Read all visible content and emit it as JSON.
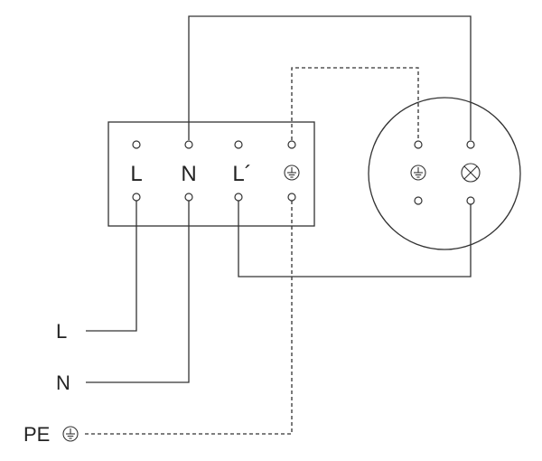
{
  "terminal_block": {
    "labels": [
      "L",
      "N",
      "L´"
    ]
  },
  "supply_labels": {
    "line": "L",
    "neutral": "N",
    "protective_earth": "PE"
  },
  "icons": {
    "earth": "earth-ground-icon",
    "lamp": "lamp-cross-icon"
  }
}
